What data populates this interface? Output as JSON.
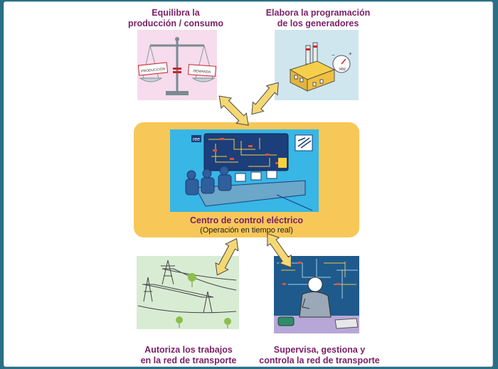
{
  "labels": {
    "top_left": "Equilibra la\nproducción / consumo",
    "top_right": "Elabora la programación\nde los generadores",
    "center_title": "Centro de control eléctrico",
    "center_subtitle": "(Operación en tiempo real)",
    "bottom_left": "Autoriza los trabajos\nen  la red de transporte",
    "bottom_right": "Supervisa, gestiona y\ncontrola la red de transporte"
  },
  "scale": {
    "produccion": "PRODUCCIÓN",
    "demanda": "DEMANDA",
    "equal_sign": "="
  },
  "generator": {
    "gauge_label": "MW",
    "minus": "−",
    "plus": "+"
  },
  "control_room": {
    "logo": "ree"
  },
  "colors": {
    "title_text": "#7a1f66",
    "center_box": "#f7c758",
    "arrow_fill": "#f5d873",
    "panel_pink": "#f6dcec",
    "panel_blue": "#cfe6ef",
    "control_room_blue": "#38b6e6",
    "background": "#2a6f86"
  }
}
